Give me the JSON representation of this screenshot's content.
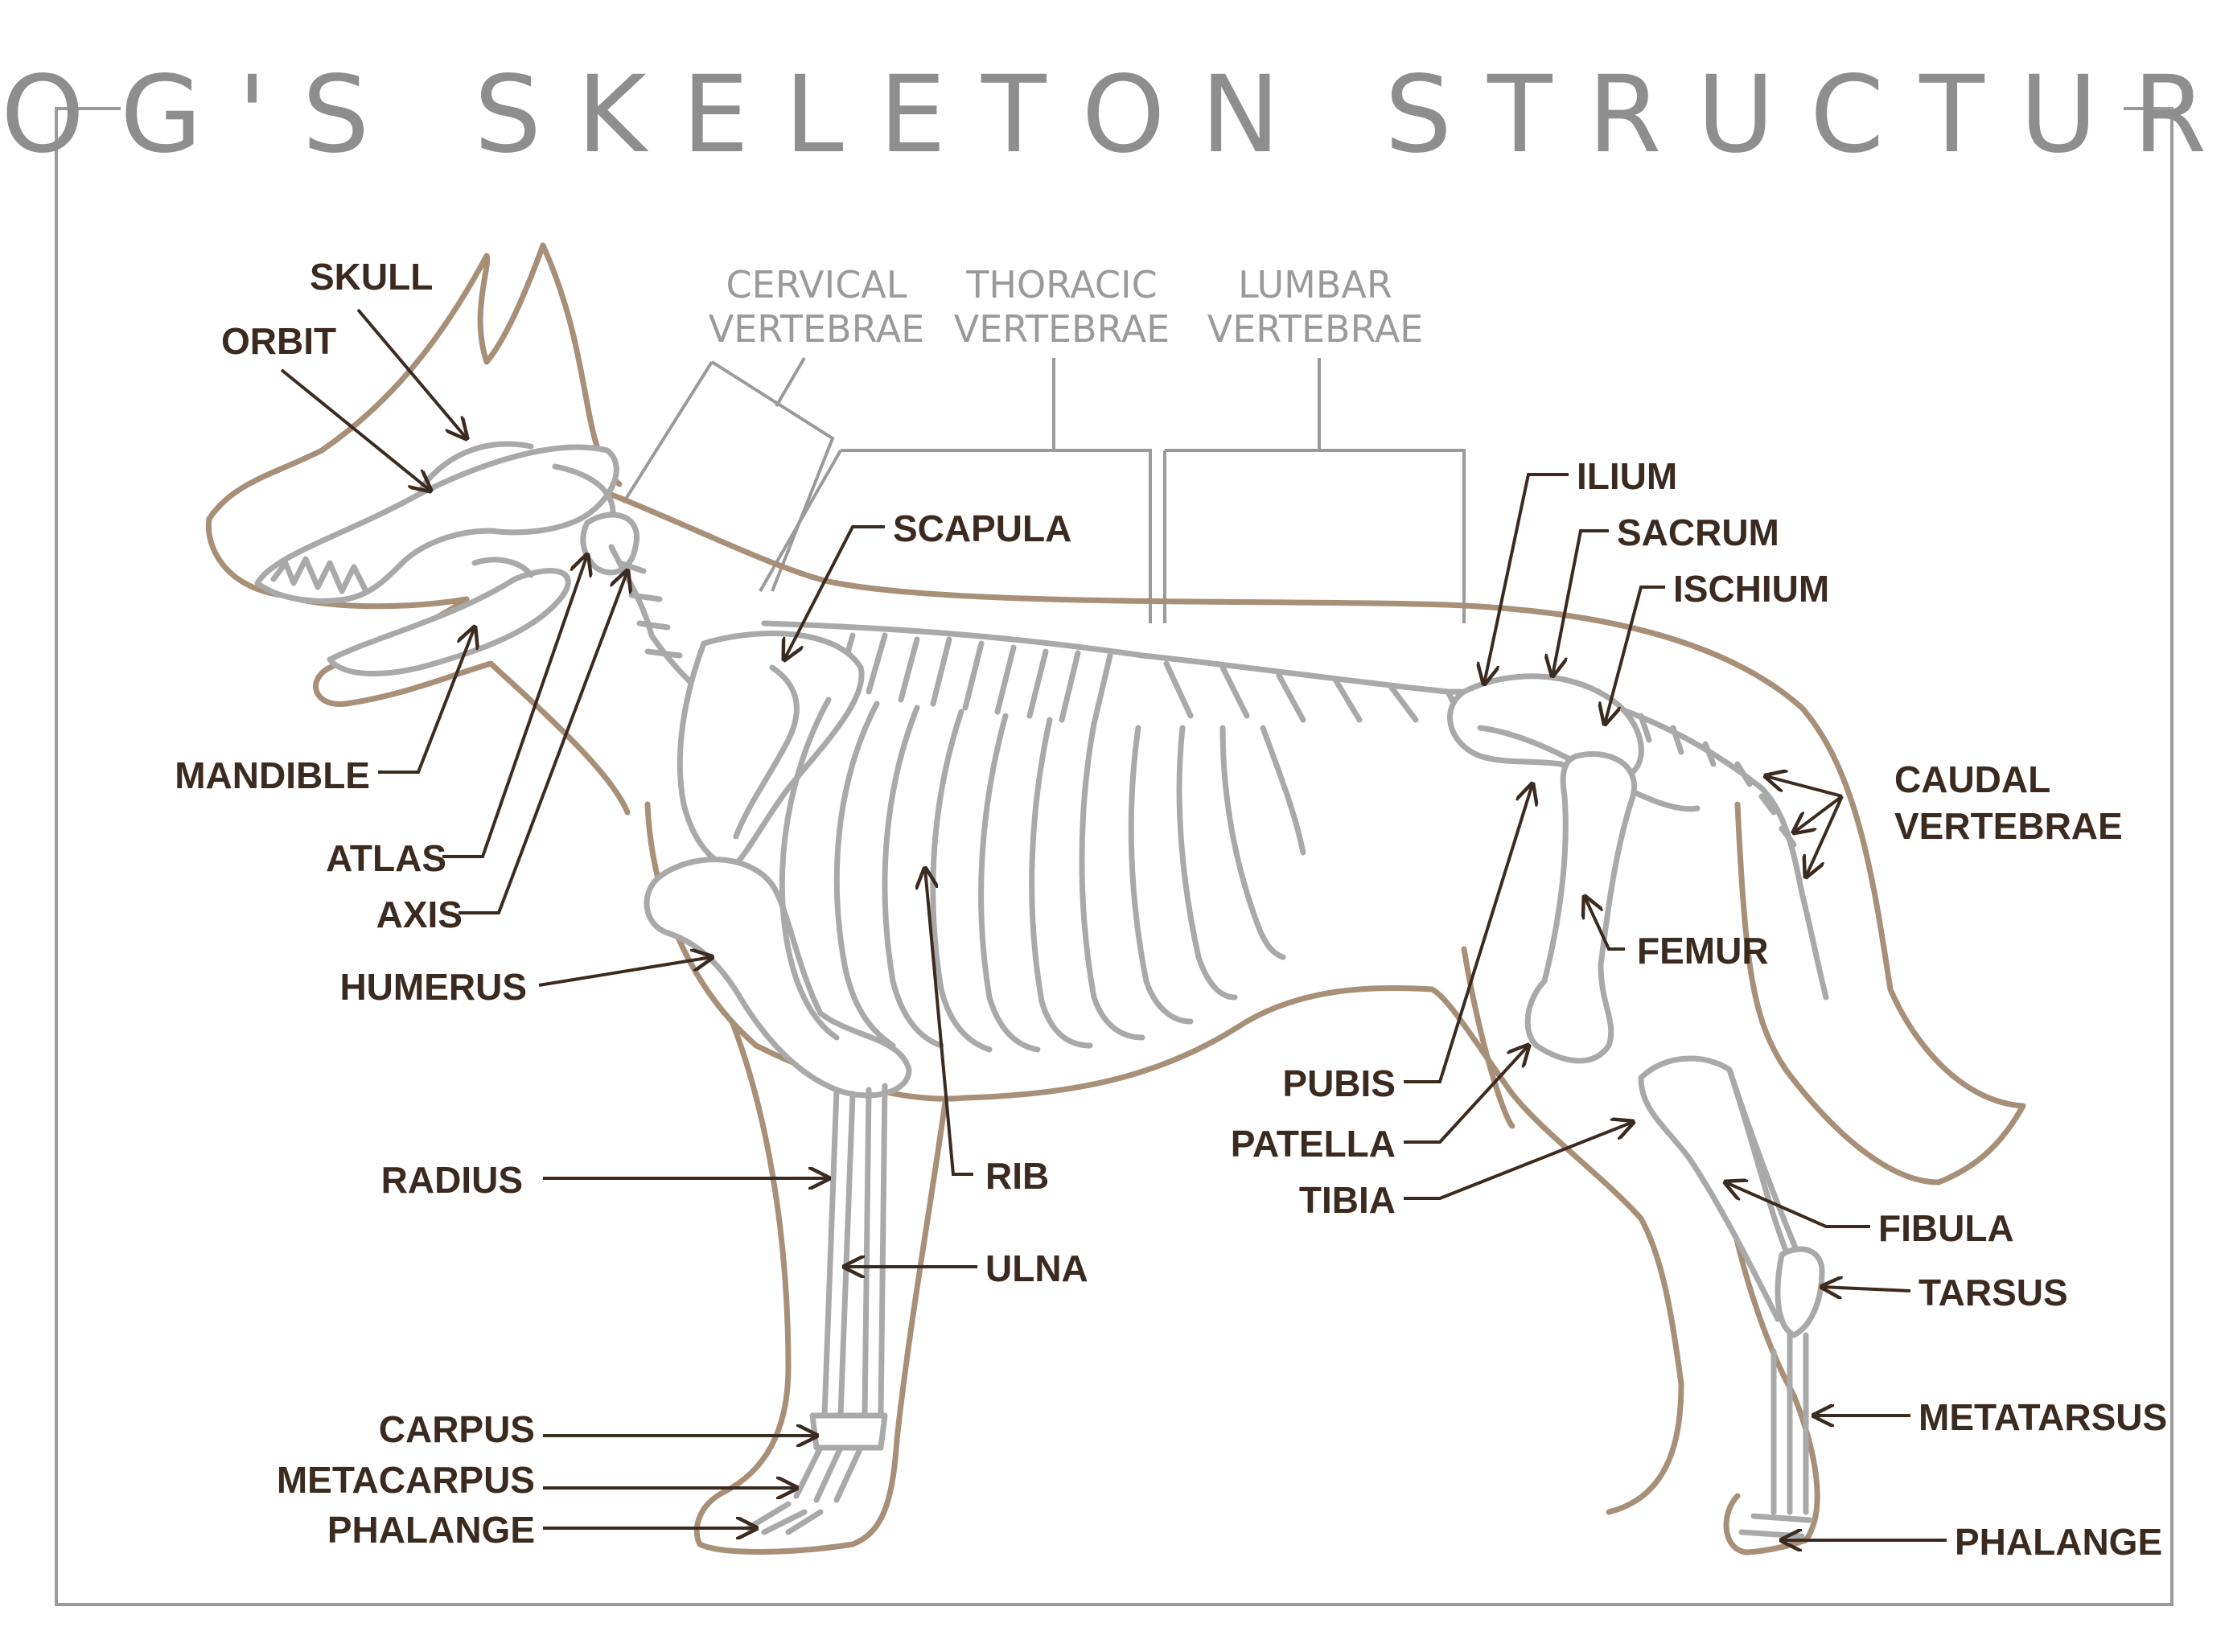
{
  "title": "DOG'S SKELETON STRUCTURE",
  "colors": {
    "frame": "#9a9a9a",
    "title": "#8e8e8e",
    "body_outline": "#a88f78",
    "bone": "#a9a9a9",
    "label": "#3b2a1f"
  },
  "labels": {
    "skull": "SKULL",
    "orbit": "ORBIT",
    "mandible": "MANDIBLE",
    "atlas": "ATLAS",
    "axis": "AXIS",
    "humerus": "HUMERUS",
    "radius": "RADIUS",
    "carpus": "CARPUS",
    "metacarpus": "METACARPUS",
    "phalange_front": "PHALANGE",
    "scapula": "SCAPULA",
    "rib": "RIB",
    "ulna": "ULNA",
    "ilium": "ILIUM",
    "sacrum": "SACRUM",
    "ischium": "ISCHIUM",
    "caudal_1": "CAUDAL",
    "caudal_2": "VERTEBRAE",
    "femur": "FEMUR",
    "pubis": "PUBIS",
    "patella": "PATELLA",
    "tibia": "TIBIA",
    "fibula": "FIBULA",
    "tarsus": "TARSUS",
    "metatarsus": "METATARSUS",
    "phalange_hind": "PHALANGE"
  },
  "vertebrae_groups": {
    "cervical_1": "CERVICAL",
    "cervical_2": "VERTEBRAE",
    "thoracic_1": "THORACIC",
    "thoracic_2": "VERTEBRAE",
    "lumbar_1": "LUMBAR",
    "lumbar_2": "VERTEBRAE"
  }
}
